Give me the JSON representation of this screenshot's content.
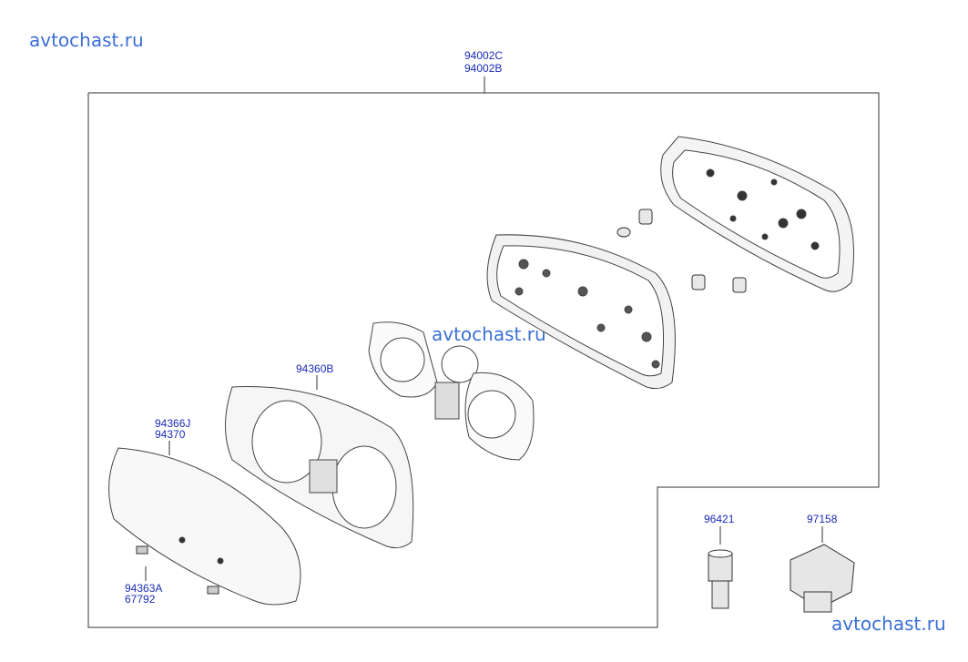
{
  "watermarks": {
    "top_left": "avtochast.ru",
    "center": "avtochast.ru",
    "bottom_right": "avtochast.ru"
  },
  "labels": {
    "assembly": [
      "94002C",
      "94002B"
    ],
    "case": "94360B",
    "lens": [
      "94366J",
      "94370"
    ],
    "clip": [
      "94363A",
      "67792"
    ],
    "sensor": "96421",
    "connector": "97158"
  }
}
